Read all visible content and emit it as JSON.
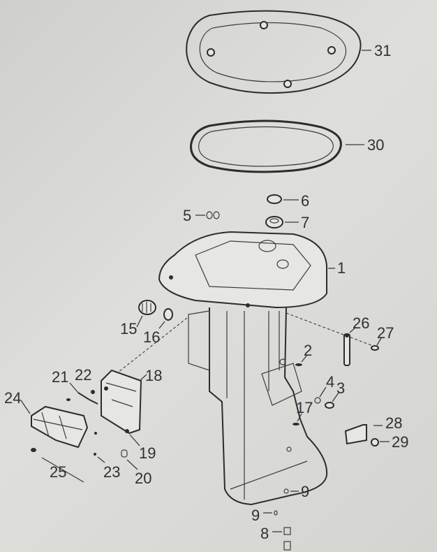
{
  "diagram": {
    "title": "",
    "parts": [
      {
        "id": "31",
        "label": "31"
      },
      {
        "id": "30",
        "label": "30"
      },
      {
        "id": "6",
        "label": "6"
      },
      {
        "id": "7",
        "label": "7"
      },
      {
        "id": "5",
        "label": "5"
      },
      {
        "id": "1",
        "label": "1"
      },
      {
        "id": "15",
        "label": "15"
      },
      {
        "id": "16",
        "label": "16"
      },
      {
        "id": "26",
        "label": "26"
      },
      {
        "id": "27",
        "label": "27"
      },
      {
        "id": "2",
        "label": "2"
      },
      {
        "id": "18",
        "label": "18"
      },
      {
        "id": "21",
        "label": "21"
      },
      {
        "id": "22",
        "label": "22"
      },
      {
        "id": "24",
        "label": "24"
      },
      {
        "id": "4",
        "label": "4"
      },
      {
        "id": "3",
        "label": "3"
      },
      {
        "id": "17",
        "label": "17"
      },
      {
        "id": "28",
        "label": "28"
      },
      {
        "id": "29",
        "label": "29"
      },
      {
        "id": "19",
        "label": "19"
      },
      {
        "id": "25",
        "label": "25"
      },
      {
        "id": "23",
        "label": "23"
      },
      {
        "id": "20",
        "label": "20"
      },
      {
        "id": "9a",
        "label": "9"
      },
      {
        "id": "9b",
        "label": "9"
      },
      {
        "id": "8",
        "label": "8"
      }
    ]
  }
}
